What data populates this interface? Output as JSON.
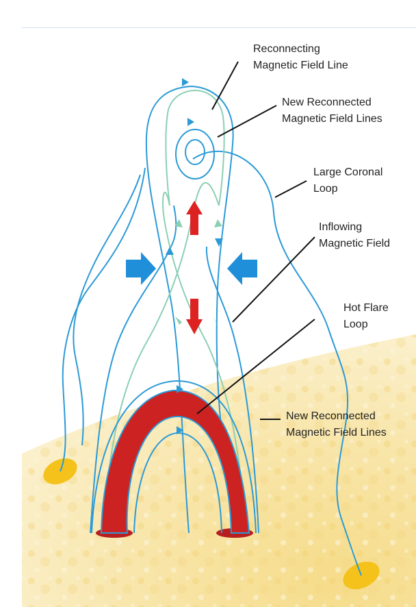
{
  "labels": {
    "reconnecting_line": [
      "Reconnecting",
      "Magnetic Field Line"
    ],
    "new_reconnected_top": [
      "New Reconnected",
      "Magnetic Field Lines"
    ],
    "large_coronal_loop": [
      "Large Coronal",
      "Loop"
    ],
    "inflowing_field": [
      "Inflowing",
      "Magnetic Field"
    ],
    "hot_flare_loop": [
      "Hot Flare",
      "Loop"
    ],
    "new_reconnected_bottom": [
      "New Reconnected",
      "Magnetic Field Lines"
    ]
  },
  "colors": {
    "field_line": "#2b9ad6",
    "reconnected_line": "#8ccfb4",
    "flare_loop": "#cc2222",
    "inflow_arrow": "#1f8fd9",
    "outflow_arrow": "#dd2222",
    "sun_surface": "#f8e6a8",
    "footpoint": "#f4c21a"
  }
}
